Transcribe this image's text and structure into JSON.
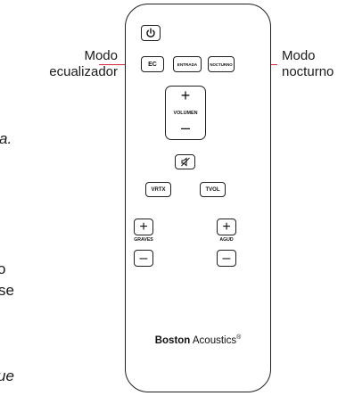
{
  "callouts": {
    "eq_mode": "Modo\necualizador",
    "night_mode": "Modo\nnocturno"
  },
  "remote": {
    "power_icon": "power-icon",
    "eq_button": "EC",
    "input_button": "ENTRADA",
    "night_button": "NOCTURNO",
    "volume": {
      "plus": "+",
      "label": "VOLUMEN",
      "minus": "–"
    },
    "mute_icon": "mute-icon",
    "vrtx_button": "VRTX",
    "tvol_button": "TVOL",
    "bass": {
      "plus": "+",
      "label": "GRAVES",
      "minus": "–"
    },
    "treble": {
      "plus": "+",
      "label": "AGUD",
      "minus": "–"
    },
    "brand_bold": "Boston",
    "brand_regular": " Acoustics",
    "brand_reg": "®"
  },
  "background_text": {
    "frag_a": "a.",
    "frag_o": "o",
    "frag_se": "se",
    "frag_ue": "ue"
  },
  "colors": {
    "leader_line": "#d7263d",
    "outline": "#1f1f1f"
  }
}
